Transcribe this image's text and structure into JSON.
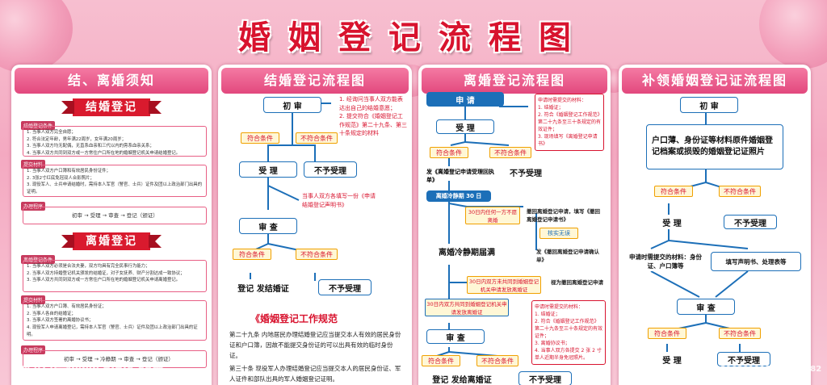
{
  "title": "婚姻登记流程图",
  "panels": {
    "notes": {
      "heading": "结、离婚须知",
      "marriage_ribbon": "结婚登记",
      "divorce_ribbon": "离婚登记",
      "m_tag1": "结婚登记条件",
      "m_cond": [
        "1. 当事人双方完全自愿；",
        "2. 符合法定年龄，男年满22周岁，女年满20周岁；",
        "3. 当事人双方均无配偶，无直系血亲和三代以内的旁系血亲关系；",
        "4. 当事人双方共同到双方或一方常住户口所在地的婚姻登记机关申请结婚登记。"
      ],
      "m_tag2": "提交材料",
      "m_mat": [
        "1. 当事人双方户口簿和有效居民身份证件；",
        "2. 3张2寸红底免冠双人合影照片；",
        "3. 现役军人、士兵申请结婚时，需持本人军官（警官、士兵）证件及团以上政治部门出具的证明。"
      ],
      "m_tag3": "办理程序",
      "m_proc": "初审 → 受理 → 审查 → 登记（颁证）",
      "d_tag1": "离婚登记条件",
      "d_cond": [
        "1. 当事人双方必须是合法夫妻，双方均具有完全民事行为能力；",
        "2. 当事人双方持婚登记机关颁发的结婚证，对子女抚养、财产分割达成一致协议；",
        "3. 当事人双方共同到双方或一方常住户口所在地的婚姻登记机关申请离婚登记。"
      ],
      "d_tag2": "提交材料",
      "d_mat": [
        "1. 当事人双方户口簿、有效居民身份证；",
        "2. 当事人各自的结婚证；",
        "3. 当事人双方签署的离婚协议书；",
        "4. 现役军人申请离婚登记，需持本人军官（警官、士兵）证件及团以上政治部门出具的证明。"
      ],
      "d_tag3": "办理程序",
      "d_proc": "初审 → 受理 → 冷静期 → 审查 → 登记（颁证）"
    },
    "marriage": {
      "heading": "结婚登记流程图",
      "n1": "初 审",
      "ok1": "符合条件",
      "no1": "不符合条件",
      "n2": "受 理",
      "n3": "不予受理",
      "tip1": "1. 经询问当事人双方能表达出自己的结婚意愿；",
      "tip2": "2. 提交符合《婚姻登记工作规范》第二十九条、第三十条规定的材料",
      "tip3": "当事人双方各填写一份《申请结婚登记声明书》",
      "n4": "审 查",
      "ok2": "符合条件",
      "no2": "不符合条件",
      "n5": "登记  发结婚证",
      "n6": "不予受理",
      "book": "《婚姻登记工作规范",
      "p1": "第二十九条  内地居民办理结婚登记应当提交本人有效的居民身份证和户口簿，因故不能提交身份证的可以出具有效的临时身份证。",
      "p2": "第三十条  现役军人办理结婚登记应当提交本人的居民身份证、军人证件和部队出具的军人婚姻登记证明。"
    },
    "divorce": {
      "heading": "离婚登记流程图",
      "n1": "申 请",
      "n2": "受 理",
      "ok1": "符合条件",
      "no1": "不符合条件",
      "n3": "不予受理",
      "tip1": "申请时需提交的材料：\n1. 结婚证；\n2. 符合《婚姻登记工作规范》第二十九条至三十条规定的有效证件；\n3. 现场填写《离婚登记申请书》",
      "s1": "发《离婚登记申请受理回执单》",
      "s2": "离婚冷静期 30 日",
      "s3": "30日内任何一方不愿离婚",
      "s4": "撤回离婚登记申请，填写《撤回离婚登记申请书》",
      "s5": "核实无误",
      "s6": "发《撤回离婚登记申请确认单》",
      "n4": "离婚冷静期届满",
      "s7": "30日内双方未共同到婚姻登记机关申请发放离婚证",
      "s8": "视为撤回离婚登记申请",
      "s9": "30日内双方共同到婚姻登记机关申请发放离婚证",
      "tip2": "申请时需提交的材料：\n1. 结婚证；\n2. 符合《婚姻登记工作规范》第二十九条至三十条规定的有效证件；\n3. 离婚协议书；\n4. 当事人双方各提交 2 张 2 寸单人近期半身免冠照片。",
      "n5": "审 查",
      "ok2": "符合条件",
      "no2": "不符合条件",
      "n6": "登记  发给离婚证",
      "n7": "不予受理"
    },
    "replace": {
      "heading": "补领婚姻登记证流程图",
      "n1": "初 审",
      "box": "户口薄、身份证等材料原件婚姻登记档案或损毁的婚姻登记证照片",
      "ok1": "符合条件",
      "no1": "不符合条件",
      "n2": "受 理",
      "n3": "不予受理",
      "tip1": "申请时需提交的材料：身份证、户口簿等",
      "tip2": "填写声明书、处理表等",
      "n4": "审 查",
      "ok2": "符合条件",
      "no2": "不符合条件",
      "n5": "受 理",
      "n6": "不予受理"
    }
  },
  "watermark": {
    "logo": "昵图网",
    "site": "www.nipic.com",
    "id": "ID:11411173 NO:20210201115335824082"
  },
  "colors": {
    "title_red": "#d8132e",
    "flow_blue": "#1c6fb8",
    "pink": "#e2487d",
    "cond_yellow": "#f0a000"
  }
}
